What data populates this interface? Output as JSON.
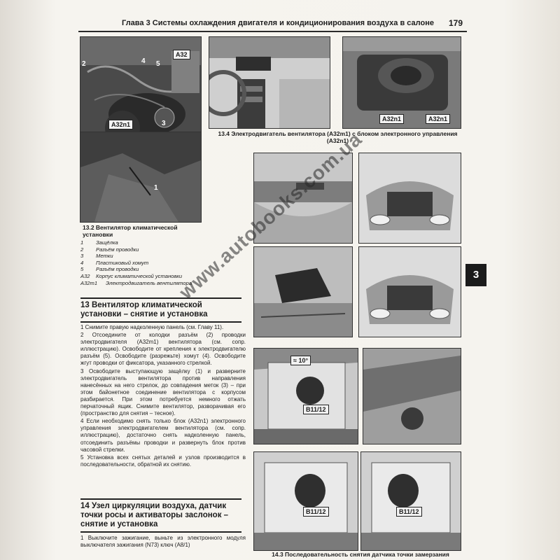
{
  "header": {
    "chapter_title": "Глава 3 Системы охлаждения двигателя и кондиционирования воздуха в салоне",
    "page_number": "179"
  },
  "photos": {
    "p1": {
      "labels": [
        "A32",
        "2",
        "4",
        "5",
        "A32n1",
        "3"
      ]
    },
    "p2": {
      "labels": [
        "1"
      ]
    },
    "p5": {
      "labels": [
        "A32n1",
        "A32n1"
      ]
    },
    "p10": {
      "labels": [
        "≈ 10°",
        "B11/12"
      ]
    },
    "p12": {
      "labels": [
        "B11/12"
      ]
    },
    "p13": {
      "labels": [
        "B11/12"
      ]
    }
  },
  "captions": {
    "fig13_2": "13.2 Вентилятор климатической установки",
    "fig13_4": "13.4 Электродвигатель вентилятора (A32m1) с блоком электронного управления (A32n1)",
    "fig14_3": "14.3 Последовательность снятия датчика точки замерзания"
  },
  "legend": [
    {
      "key": "1",
      "text": "Защёлка"
    },
    {
      "key": "2",
      "text": "Разъём проводки"
    },
    {
      "key": "3",
      "text": "Метки"
    },
    {
      "key": "4",
      "text": "Пластиковый хомут"
    },
    {
      "key": "5",
      "text": "Разъём проводки"
    },
    {
      "key": "A32",
      "text": "Корпус климатической установки"
    },
    {
      "key": "A32m1",
      "text": "Электродвигатель вентилятора"
    }
  ],
  "section13": {
    "title": "13 Вентилятор климатической установки – снятие и установка",
    "paragraphs": [
      "1 Снимите правую надколенную панель (см. Главу 11).",
      "2 Отсоедините от колодки разъём (2) проводки электродвигателя (A32m1) вентилятора (см. сопр. иллюстрацию). Освободите от крепления к электродвигателю разъём (5). Освободите (разрежьте) хомут (4). Освободите жгут проводки от фиксатора, указанного стрелкой.",
      "3 Освободите выступающую защёлку (1) и разверните электродвигатель вентилятора против направления нанесённых на него стрелок, до совпадения меток (3) – при этом байонетное соединение вентилятора с корпусом разбирается. При этом потребуется немного отжать перчаточный ящик. Снимите вентилятор, разворачивая его (пространство для снятия – тесное).",
      "4 Если необходимо снять только блок (A32n1) электронного управления электродвигателем вентилятора (см. сопр. иллюстрацию), достаточно снять надколенную панель, отсоединить разъёмы проводки и развернуть блок против часовой стрелки.",
      "5 Установка всех снятых деталей и узлов производится в последовательности, обратной их снятию."
    ]
  },
  "section14": {
    "title": "14 Узел циркуляции воздуха, датчик точки росы и активаторы заслонок – снятие и установка",
    "paragraphs": [
      "1 Выключите зажигание, выньте из электронного модуля выключателя зажигания (N73) ключ (A8/1)"
    ]
  },
  "tab_marker": "3",
  "watermark": "www.autobooks.com.ua",
  "colors": {
    "tab_bg": "#1b1b1b",
    "paper": "#f5f3ee"
  }
}
